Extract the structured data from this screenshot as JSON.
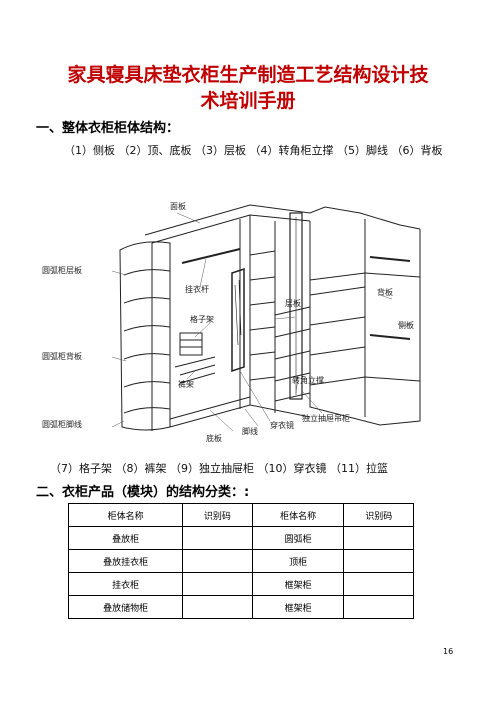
{
  "title": {
    "line1": "家具寝具床垫衣柜生产制造工艺结构设计技",
    "line2": "术培训手册"
  },
  "section1": {
    "heading": "一、整体衣柜柜体结构：",
    "parts_line1": "（1）侧板 （2）顶、底板 （3）层板 （4）转角柜立撑 （5）脚线 （6）背板",
    "parts_line2": "（7）格子架 （8）裤架 （9）独立抽屉柜 （10）穿衣镜 （11）拉篮"
  },
  "diagram": {
    "labels": {
      "top_panel": "面板",
      "arc_shelf": "圆弧柜层板",
      "hanging_rod": "挂衣杆",
      "grid_rack": "格子架",
      "arc_back": "圆弧柜背板",
      "pants_rack": "裤架",
      "arc_plinth": "圆弧柜脚线",
      "bottom_panel": "底板",
      "plinth": "脚线",
      "mirror": "穿衣镜",
      "shelf": "层板",
      "corner_post": "转角立撑",
      "drawer_cabinet": "独立抽屉吊柜",
      "back_panel": "背板",
      "side_panel": "侧板"
    }
  },
  "section2": {
    "heading": "二、衣柜产品（模块）的结构分类：:",
    "table": {
      "headers": [
        "柜体名称",
        "识别码",
        "柜体名称",
        "识别码"
      ],
      "rows": [
        [
          "叠放柜",
          "",
          "圆弧柜",
          ""
        ],
        [
          "叠放挂衣柜",
          "",
          "顶柜",
          ""
        ],
        [
          "挂衣柜",
          "",
          "框架柜",
          ""
        ],
        [
          "叠放储物柜",
          "",
          "框架柜",
          ""
        ]
      ]
    }
  },
  "page_number": "16"
}
